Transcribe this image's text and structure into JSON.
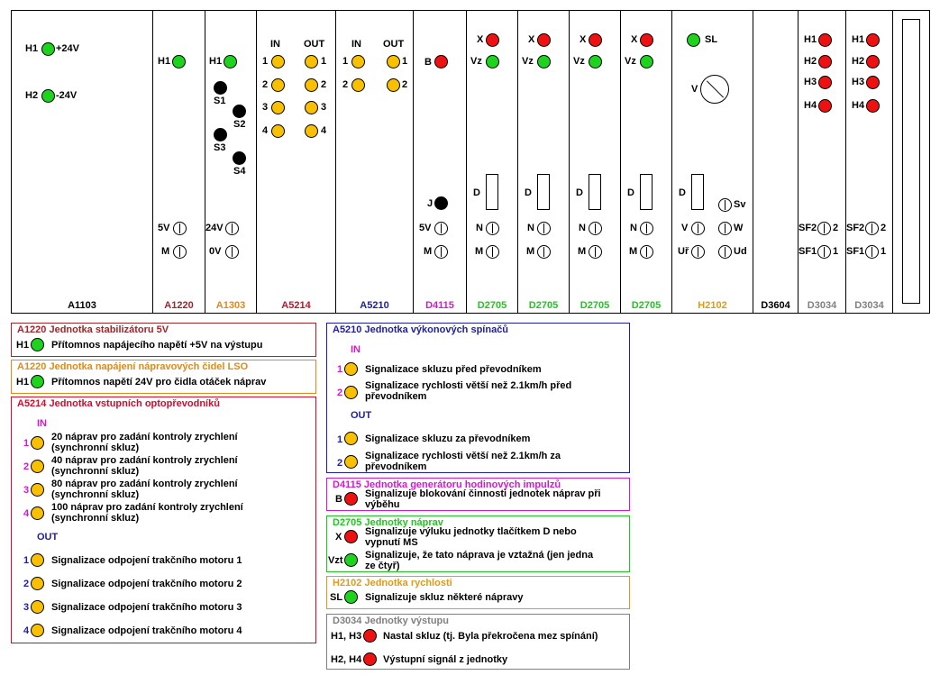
{
  "colors": {
    "green": "#1ed31e",
    "red": "#ee1111",
    "yellow": "#f8c000",
    "black": "#000000",
    "A1220": "#a0262a",
    "A1303": "#e28a14",
    "A5214": "#c8102e",
    "A5210": "#1f1f9c",
    "D4115": "#d01ad0",
    "D2705": "#22c422",
    "H2102": "#e29a14",
    "D3604": "#000000",
    "D3034": "#808080"
  },
  "modules": {
    "A1103": {
      "name": "A1103",
      "h1": "H1",
      "h1_val": "+24V",
      "h2": "H2",
      "h2_val": "-24V"
    },
    "A1220": {
      "name": "A1220",
      "h1": "H1",
      "s5v": "5V",
      "m": "M"
    },
    "A1303": {
      "name": "A1303",
      "h1": "H1",
      "s1": "S1",
      "s2": "S2",
      "s3": "S3",
      "s4": "S4",
      "s24v": "24V",
      "s0v": "0V"
    },
    "A5214": {
      "name": "A5214",
      "in": "IN",
      "out": "OUT",
      "n1": "1",
      "n2": "2",
      "n3": "3",
      "n4": "4"
    },
    "A5210": {
      "name": "A5210",
      "in": "IN",
      "out": "OUT",
      "n1": "1",
      "n2": "2"
    },
    "D4115": {
      "name": "D4115",
      "b": "B",
      "j": "J",
      "s5v": "5V",
      "m": "M"
    },
    "D2705": {
      "name": "D2705",
      "x": "X",
      "vz": "Vz",
      "d": "D",
      "n": "N",
      "m": "M"
    },
    "H2102": {
      "name": "H2102",
      "sl": "SL",
      "v": "V",
      "d": "D",
      "sv": "Sv",
      "vv": "V",
      "w": "W",
      "ur": "Uř",
      "ud": "Ud"
    },
    "D3604": {
      "name": "D3604"
    },
    "D3034": {
      "name": "D3034",
      "h1": "H1",
      "h2": "H2",
      "h3": "H3",
      "h4": "H4",
      "sf2": "SF2",
      "sf1": "SF1",
      "n2": "2",
      "n1": "1"
    }
  },
  "legend": {
    "a1220": {
      "title": "A1220 Jednotka stabilizátoru 5V",
      "h1": "H1",
      "desc": "Přítomnos napájecího napětí +5V na výstupu"
    },
    "a1303": {
      "title": "A1220 Jednotka napájení nápravových čidel LSO",
      "h1": "H1",
      "desc": "Přítomnos napětí 24V pro čidla otáček náprav"
    },
    "a5214": {
      "title": "A5214 Jednotka vstupních optopřevodníků",
      "in": "IN",
      "out": "OUT",
      "in_items": [
        {
          "n": "1",
          "l1": "20 náprav pro zadání kontroly zrychlení",
          "l2": "(synchronní skluz)"
        },
        {
          "n": "2",
          "l1": "40 náprav pro zadání kontroly zrychlení",
          "l2": "(synchronní skluz)"
        },
        {
          "n": "3",
          "l1": "80 náprav pro zadání kontroly zrychlení",
          "l2": "(synchronní skluz)"
        },
        {
          "n": "4",
          "l1": "100 náprav pro zadání kontroly zrychlení",
          "l2": "(synchronní skluz)"
        }
      ],
      "out_items": [
        {
          "n": "1",
          "l1": "Signalizace odpojení trakčního motoru 1"
        },
        {
          "n": "2",
          "l1": "Signalizace odpojení trakčního motoru 2"
        },
        {
          "n": "3",
          "l1": "Signalizace odpojení trakčního motoru 3"
        },
        {
          "n": "4",
          "l1": "Signalizace odpojení trakčního motoru 4"
        }
      ]
    },
    "a5210": {
      "title": "A5210 Jednotka výkonových spínačů",
      "in": "IN",
      "out": "OUT",
      "in_items": [
        {
          "n": "1",
          "l1": "Signalizace skluzu před převodníkem",
          "l2": ""
        },
        {
          "n": "2",
          "l1": "Signalizace rychlosti větší než 2.1km/h před",
          "l2": "převodníkem"
        }
      ],
      "out_items": [
        {
          "n": "1",
          "l1": "Signalizace skluzu za převodníkem",
          "l2": ""
        },
        {
          "n": "2",
          "l1": "Signalizace rychlosti větší než 2.1km/h za",
          "l2": "převodníkem"
        }
      ]
    },
    "d4115": {
      "title": "D4115 Jednotka generátoru hodinových impulzů",
      "b": "B",
      "l1": "Signalizuje blokování činnosti jednotek náprav při",
      "l2": "výběhu"
    },
    "d2705": {
      "title": "D2705 Jednotky náprav",
      "x": "X",
      "x_l1": "Signalizuje výluku jednotky tlačítkem D nebo",
      "x_l2": "vypnutí MS",
      "vzt": "Vzt",
      "vzt_l1": "Signalizuje, že tato náprava je vztažná (jen jedna",
      "vzt_l2": "ze čtyř)"
    },
    "h2102": {
      "title": "H2102 Jednotka rychlosti",
      "sl": "SL",
      "desc": "Signalizuje skluz některé nápravy"
    },
    "d3034": {
      "title": "D3034 Jednotky výstupu",
      "h13": "H1, H3",
      "h13_desc": "Nastal skluz (tj. Byla překročena mez spínání)",
      "h24": "H2, H4",
      "h24_desc": "Výstupní signál z jednotky"
    }
  }
}
